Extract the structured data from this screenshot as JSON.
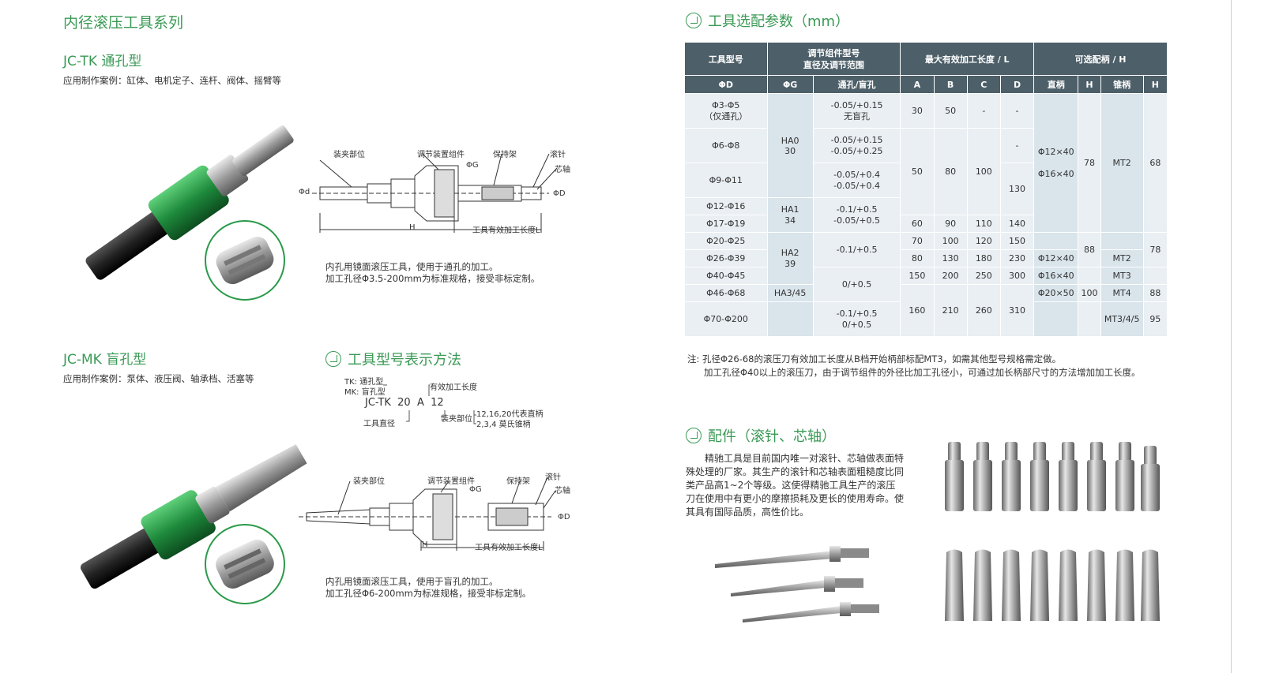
{
  "left": {
    "series_title": "内径滚压工具系列",
    "tk": {
      "model": "JC-TK 通孔型",
      "apps": "应用制作案例：缸体、电机定子、连杆、阀体、摇臂等",
      "labels": {
        "clamp": "装夹部位",
        "adjust": "调节装置组件",
        "cage": "保持架",
        "roller": "滚针",
        "mandrel": "芯轴",
        "phi_g": "ΦG",
        "phi_d_small": "Φd",
        "phi_d": "ΦD",
        "h": "H",
        "length": "工具有效加工长度L"
      },
      "desc1": "内孔用镜面滚压工具，使用于通孔的加工。",
      "desc2": "加工孔径Φ3.5-200mm为标准规格，接受非标定制。"
    },
    "mk": {
      "model": "JC-MK 盲孔型",
      "apps": "应用制作案例：泵体、液压阀、轴承档、活塞等",
      "labels": {
        "clamp": "装夹部位",
        "adjust": "调节装置组件",
        "cage": "保持架",
        "roller": "滚针",
        "mandrel": "芯轴",
        "phi_g": "ΦG",
        "phi_d": "ΦD",
        "h": "H",
        "length": "工具有效加工长度L"
      },
      "desc1": "内孔用镜面滚压工具，使用于盲孔的加工。",
      "desc2": "加工孔径Φ6-200mm为标准规格，接受非标定制。"
    },
    "model_code": {
      "title": "工具型号表示方法",
      "tk": "TK: 通孔型",
      "mk": "MK: 盲孔型",
      "code": "JC-TK  20  A  12",
      "length": "有效加工长度",
      "diameter": "工具直径",
      "clamp": "装夹部位",
      "straight": "12,16,20代表直柄",
      "taper": "2,3,4 莫氏锥柄"
    }
  },
  "right": {
    "params_title": "工具选配参数（mm）",
    "table": {
      "head1": [
        "工具型号",
        "调节组件型号\n直径及调节范围",
        "最大有效加工长度 / L",
        "可选配柄 / H"
      ],
      "head2": [
        "ΦD",
        "ΦG",
        "通孔/盲孔",
        "A",
        "B",
        "C",
        "D",
        "直柄",
        "H",
        "锥柄",
        "H"
      ],
      "phiD": [
        "Φ3-Φ5\n（仅通孔）",
        "Φ6-Φ8",
        "Φ9-Φ11",
        "Φ12-Φ16",
        "Φ17-Φ19",
        "Φ20-Φ25",
        "Φ26-Φ39",
        "Φ40-Φ45",
        "Φ46-Φ68",
        "Φ70-Φ200"
      ],
      "phiG": [
        "HA0\n30",
        "HA1\n34",
        "HA2\n39",
        "HA3/45"
      ],
      "range": [
        "-0.05/+0.15\n无盲孔",
        "-0.05/+0.15\n-0.05/+0.25",
        "-0.05/+0.4\n-0.05/+0.4",
        "-0.1/+0.5\n-0.05/+0.5",
        "-0.1/+0.5",
        "0/+0.5",
        "-0.1/+0.5\n0/+0.5"
      ],
      "A": [
        "30",
        "50",
        "60",
        "70",
        "80",
        "150",
        "160"
      ],
      "B": [
        "50",
        "80",
        "90",
        "100",
        "130",
        "200",
        "210"
      ],
      "C": [
        "-",
        "100",
        "110",
        "120",
        "180",
        "250",
        "260"
      ],
      "D": [
        "-",
        "-",
        "130",
        "140",
        "150",
        "230",
        "300",
        "310"
      ],
      "straight": [
        "Φ12×40\n\nΦ16×40",
        "Φ12×40",
        "Φ16×40",
        "Φ20×50"
      ],
      "sH": [
        "78",
        "88",
        "100"
      ],
      "taper": [
        "MT2",
        "MT2",
        "MT3",
        "MT4",
        "MT3/4/5"
      ],
      "tH": [
        "68",
        "78",
        "88",
        "95"
      ]
    },
    "note1": "注: 孔径Φ26-68的滚压刀有效加工长度从B档开始柄部标配MT3，如需其他型号规格需定做。",
    "note2": "加工孔径Φ40以上的滚压刀，由于调节组件的外径比加工孔径小，可通过加长柄部尺寸的方法增加加工长度。",
    "parts_title": "配件（滚针、芯轴）",
    "parts_desc": "精驰工具是目前国内唯一对滚针、芯轴做表面特殊处理的厂家。其生产的滚针和芯轴表面粗糙度比同类产品高1~2个等级。这使得精驰工具生产的滚压刀在使用中有更小的摩擦损耗及更长的使用寿命。使其具有国际品质，高性价比。"
  },
  "colors": {
    "accent": "#3aa05a",
    "table_head": "#4d5f68",
    "table_cell": "#e9eff3"
  }
}
